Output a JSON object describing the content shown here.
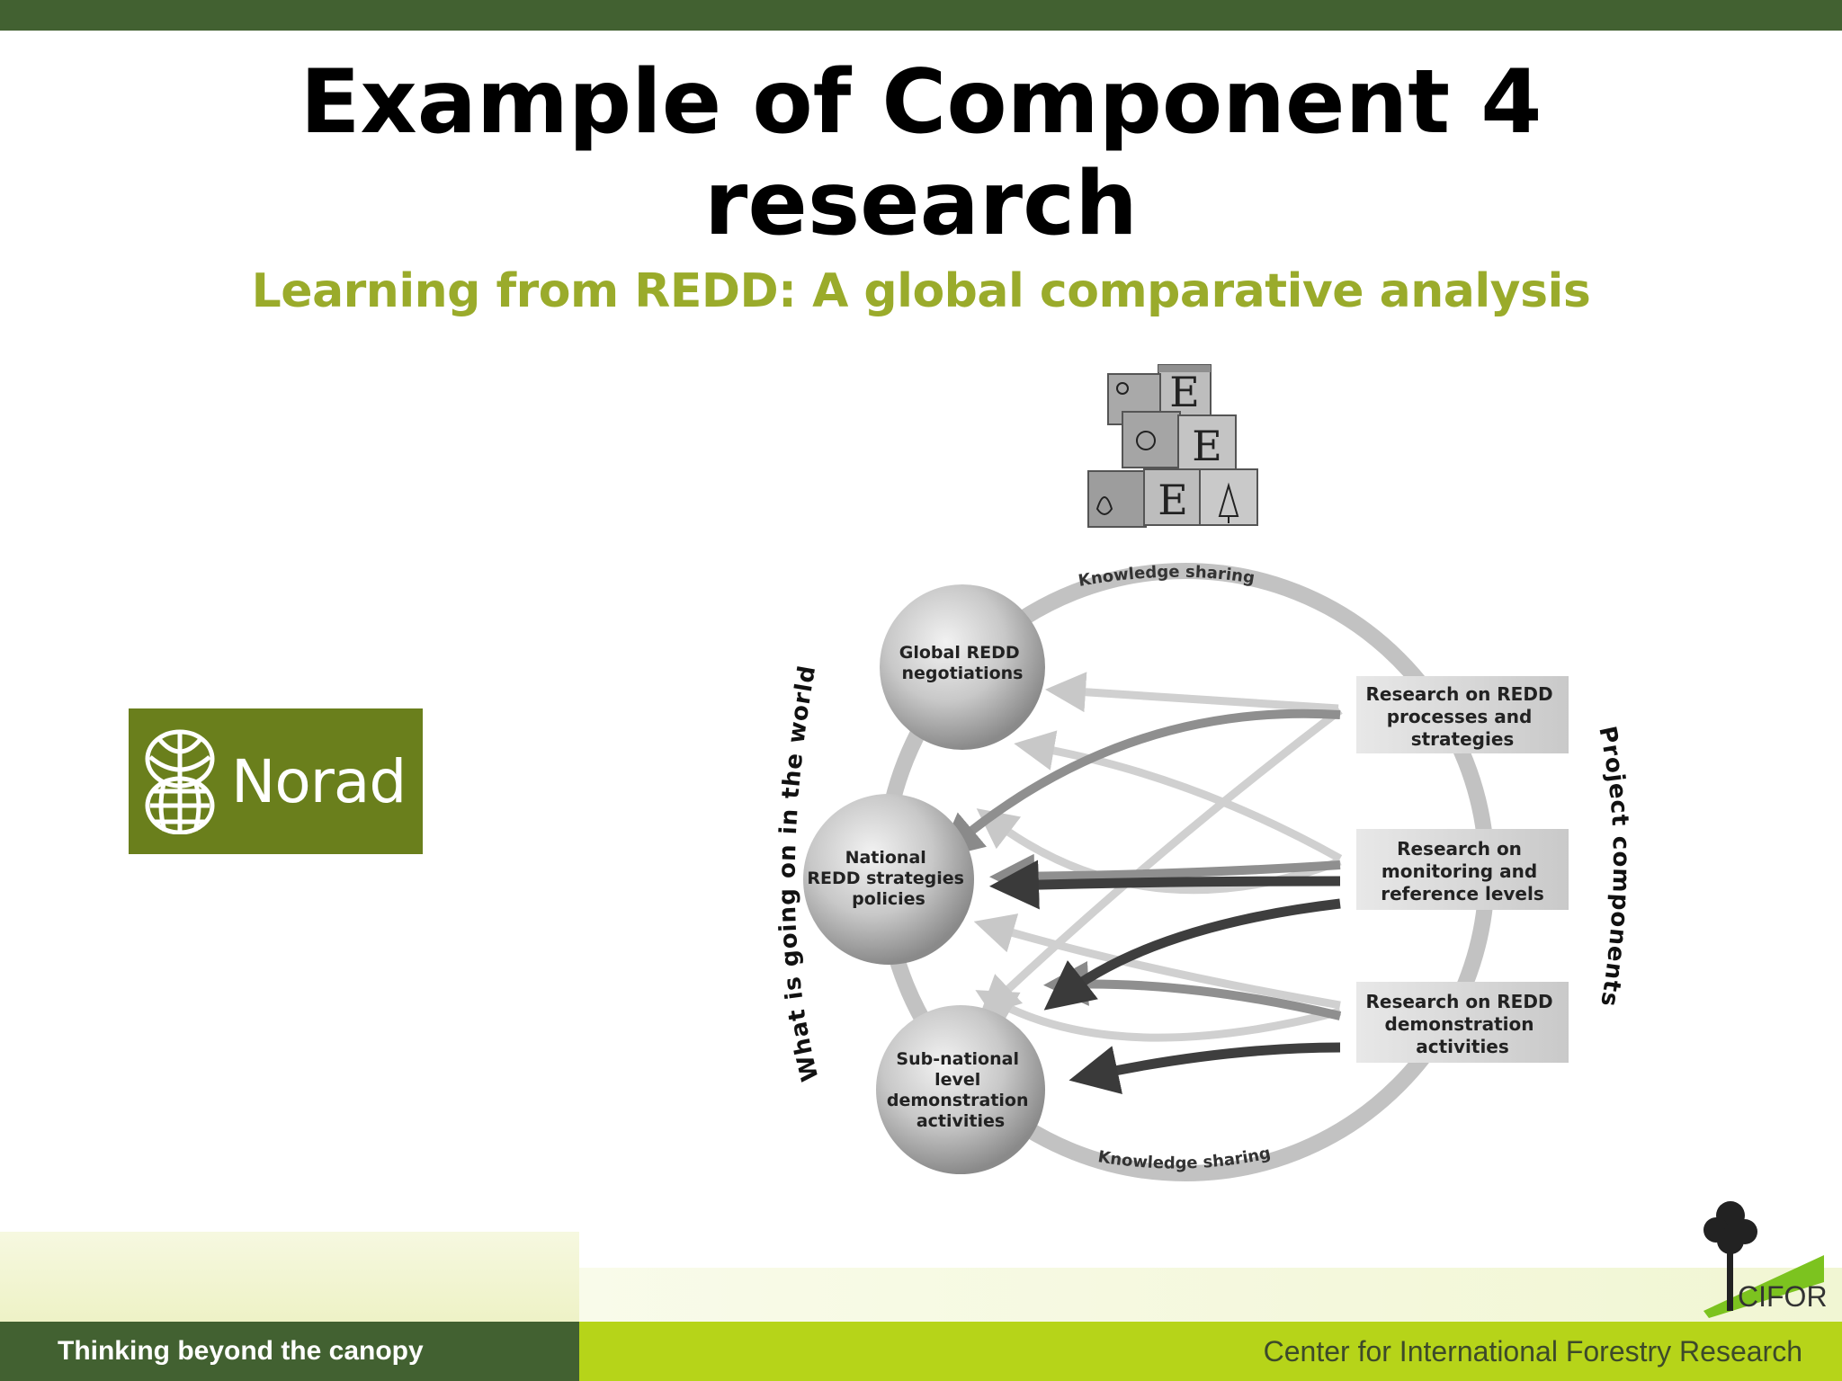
{
  "slide": {
    "title_line1": "Example of Component 4",
    "title_line2": "research",
    "subtitle": "Learning from REDD: A global comparative analysis"
  },
  "norad_logo": {
    "text": "Norad"
  },
  "diagram": {
    "blocks_letter": "E",
    "arc_top_label": "Knowledge sharing",
    "arc_bottom_label": "Knowledge sharing",
    "left_arc_label": "What is going on in the world",
    "right_arc_label": "Project components",
    "world_levels": [
      {
        "lines": [
          "Global REDD",
          "negotiations"
        ]
      },
      {
        "lines": [
          "National",
          "REDD strategies",
          "policies"
        ]
      },
      {
        "lines": [
          "Sub-national",
          "level",
          "demonstration",
          "activities"
        ]
      }
    ],
    "project_components": [
      {
        "lines": [
          "Research on REDD",
          "processes and",
          "strategies"
        ]
      },
      {
        "lines": [
          "Research on",
          "monitoring and",
          "reference levels"
        ]
      },
      {
        "lines": [
          "Research on REDD",
          "demonstration",
          "activities"
        ]
      }
    ]
  },
  "footer": {
    "tagline": "Thinking beyond the canopy",
    "org": "Center for International Forestry Research",
    "cifor_logo_text": "CIFOR"
  },
  "colors": {
    "top_bar": "#426131",
    "subtitle": "#9aab2b",
    "norad_bg": "#6a7f1c",
    "footer_left": "#426131",
    "footer_right": "#b6d419"
  }
}
